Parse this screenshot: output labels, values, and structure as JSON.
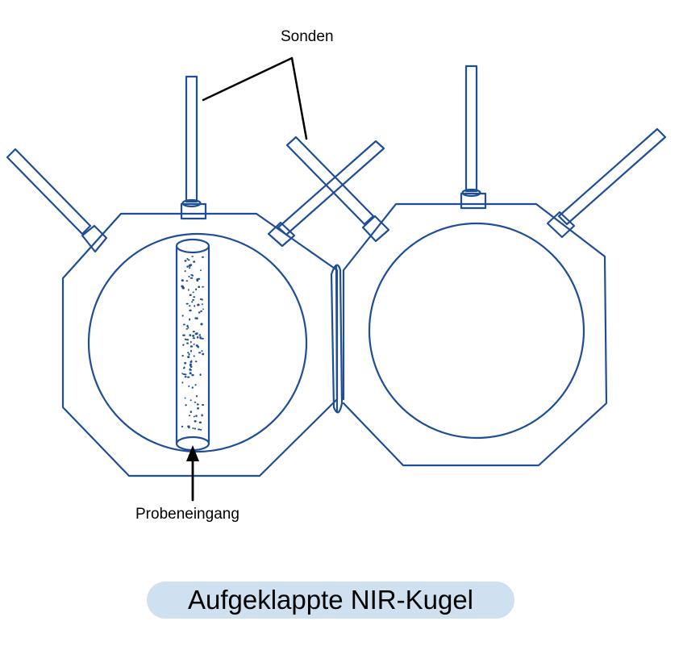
{
  "labels": {
    "probes": "Sonden",
    "sample_inlet": "Probeneingang",
    "caption": "Aufgeklappte NIR-Kugel"
  },
  "colors": {
    "stroke": "#1f4e96",
    "caption_bg": "#cfe0f1",
    "text": "#000000",
    "dots": "#1f4e96"
  },
  "icons": [
    "probe-rod",
    "probe-connector",
    "sample-tube",
    "hinge",
    "arrow"
  ]
}
